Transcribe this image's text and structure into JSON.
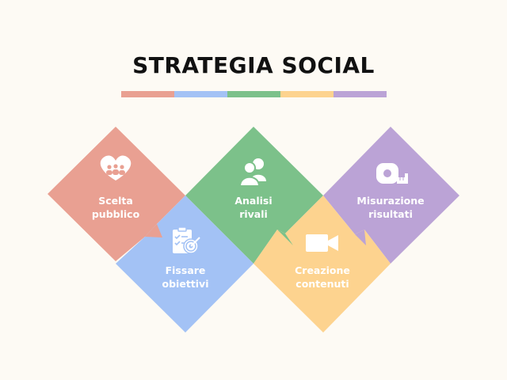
{
  "title": "STRATEGIA SOCIAL",
  "color_bar": [
    "#e9a092",
    "#a3c2f5",
    "#7cc18a",
    "#fdd38f",
    "#bba3d6"
  ],
  "steps": [
    {
      "line1": "Scelta",
      "line2": "pubblico",
      "color": "#e9a092",
      "icon": "heart-people-icon"
    },
    {
      "line1": "Fissare",
      "line2": "obiettivi",
      "color": "#a3c2f5",
      "icon": "checklist-target-icon"
    },
    {
      "line1": "Analisi",
      "line2": "rivali",
      "color": "#7cc18a",
      "icon": "people-icon"
    },
    {
      "line1": "Creazione",
      "line2": "contenuti",
      "color": "#fdd38f",
      "icon": "video-camera-icon"
    },
    {
      "line1": "Misurazione",
      "line2": "risultati",
      "color": "#bba3d6",
      "icon": "tape-measure-icon"
    }
  ]
}
